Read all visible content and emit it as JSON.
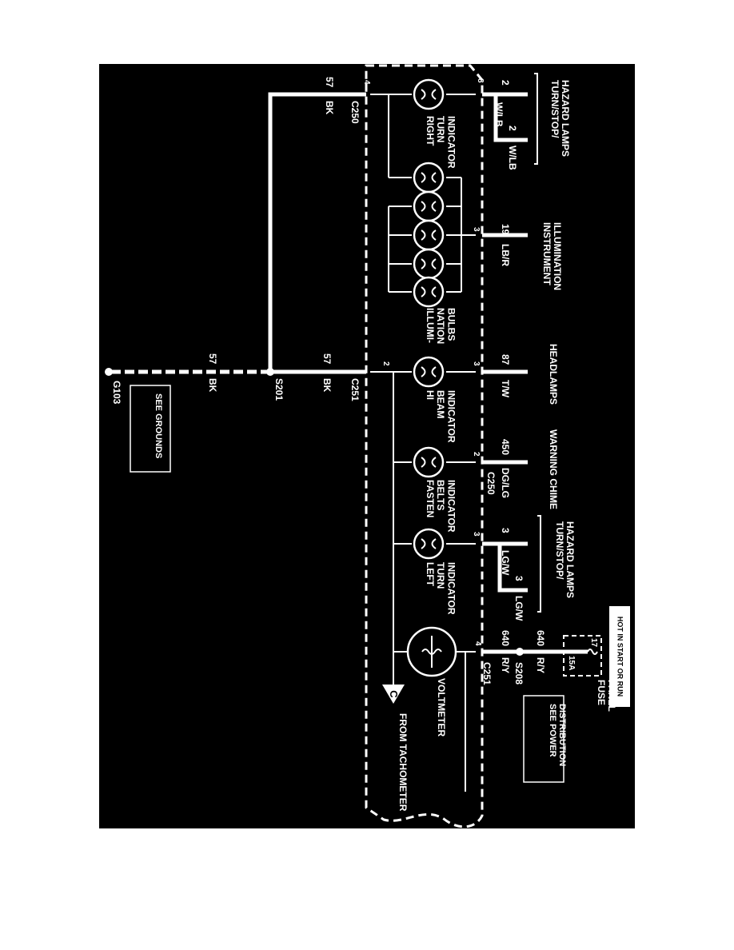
{
  "colors": {
    "background": "#000000",
    "foreground": "#ffffff",
    "page": "#ffffff"
  },
  "power": {
    "hot_label": "HOT IN START OR RUN",
    "fuse_panel": "FUSE\nPANEL",
    "fuse_num": "17",
    "fuse_rating": "15A",
    "see_power": "SEE POWER\nDISTRIBUTION",
    "splice": "S208",
    "connector": "C251",
    "pin": "4",
    "circuit": "640",
    "wire": "R/Y"
  },
  "voltmeter": {
    "label": "VOLTMETER",
    "from_label": "FROM TACHOMETER",
    "ref": "C"
  },
  "circuits": [
    {
      "name": "TURN/STOP/\nHAZARD LAMPS",
      "num": "2",
      "wire": "W/LB",
      "pin": "8"
    },
    {
      "name": "INSTRUMENT\nILLUMINATION",
      "num": "19",
      "wire": "LB/R",
      "pin": "3"
    },
    {
      "name": "HEADLAMPS",
      "num": "87",
      "wire": "T/W",
      "pin": "3"
    },
    {
      "name": "WARNING CHIME",
      "num": "450",
      "wire": "DG/LG",
      "pin": "2",
      "connector": "C250"
    },
    {
      "name": "TURN/STOP/\nHAZARD LAMPS",
      "num": "3",
      "wire": "LG/W",
      "pin": "3"
    }
  ],
  "indicators": [
    {
      "label": "RIGHT\nTURN\nINDICATOR"
    },
    {
      "label": "ILLUMI-\nNATION\nBULBS"
    },
    {
      "label": "HI\nBEAM\nINDICATOR"
    },
    {
      "label": "FASTEN\nBELTS\nINDICATOR"
    },
    {
      "label": "LEFT\nTURN\nINDICATOR"
    }
  ],
  "ground": {
    "c250": "C250",
    "c250_pin": "4",
    "c251": "C251",
    "c251_pin": "2",
    "circuit": "57",
    "wire": "BK",
    "splice": "S201",
    "ground_point": "G103",
    "see_grounds": "SEE GROUNDS"
  }
}
